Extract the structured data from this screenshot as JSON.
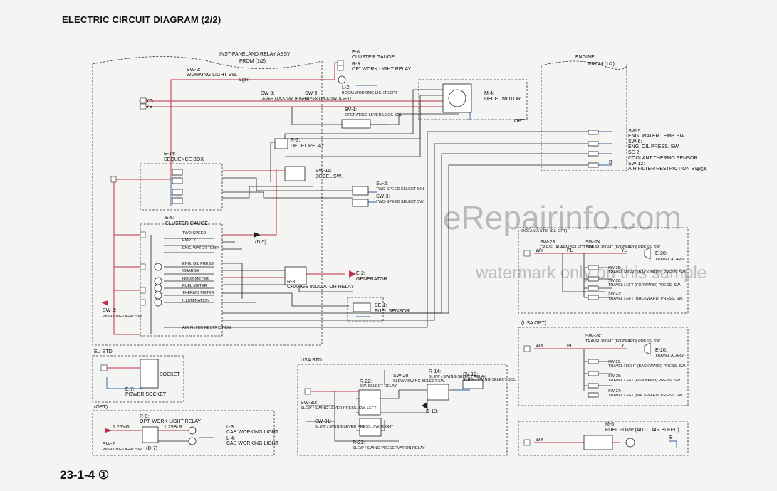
{
  "title": "ELECTRIC CIRCUIT DIAGRAM (2/2)",
  "page_number": "23-1-4 ①",
  "watermark": {
    "main": "eRepairinfo.com",
    "sub": "watermark only on this sample"
  },
  "colors": {
    "red_wire": "#c0304a",
    "blue_wire": "#2f5fa6",
    "ink": "#222222"
  },
  "labels": {
    "inst_panel": "INST-PANELAND RELAY ASSY",
    "from_1": "FROM (1/2)",
    "engine": "ENGINE",
    "from_2": "FROM (1/2)",
    "e6_top": "E-6:",
    "cluster_gauge_top": "CLUSTER GAUGE",
    "r9_top": "R-9:",
    "opt_work_light_relay_top": "OP\" WORK LIGHT RELAY",
    "sw2_top": "SW-2:",
    "working_light_sw": "WORKING LIGHT SW.",
    "w86lgr": "LgR",
    "l2": "L-2:",
    "boom_work_light": "BOOM WORKING LIGHT LEFT",
    "sw8": "SW-8:",
    "lever_lock_right": "LEVER LOCK SW. (RIGHT)",
    "sw9": "SW-9:",
    "lever_lock_left": "LEVER LOCK SW. (LEFT)",
    "yg": "YG",
    "yb": "YB",
    "bv1": "BV-1:",
    "op_lever_lock_sol": "OPERATING LEVER LOCK SOL",
    "m4": "M-4:",
    "decel_motor": "DECEL MOTOR",
    "opt": "OPT.",
    "r3": "R-3:",
    "decel_relay": "DECEL RELAY",
    "e14": "E-14:",
    "sequence_box": "SEQUENCE BOX",
    "sw11": "SW-11:",
    "decel_sw": "DECEL SW.",
    "sv2": "SV-2:",
    "two_speed_sol": "TWO-SPEED SELECT SOL",
    "sw3": "SW-3:",
    "two_speed_sw": "TWO-SPEED SELECT SW.",
    "sw5": "SW-5:",
    "eng_water_temp": "ENG. WATER TEMP. SW.",
    "sw6": "SW-6:",
    "eng_oil_press": "ENG. OIL PRESS. SW.",
    "se2": "SE-2:",
    "coolant_thermo": "COOLANT THERMO SENSOR",
    "sw12": "SW-12:",
    "air_filter": "AIR FILTER RESTRICTION SW.",
    "usa": "USA",
    "e6": "E-6:",
    "cluster_gauge": "CLUSTER GAUGE",
    "two_speed": "TWO-SPEED",
    "empty": "EMPTY",
    "eng_water_temp_g": "ENG. WATER TEMP.",
    "eng_oil_press_g": "ENG. OIL PRESS.",
    "charge": "CHARGE",
    "hour_meter": "HOUR METER",
    "fuel_meter": "FUEL METER",
    "thermo_meter": "THERMO METER",
    "illumination": "ILLUMINATION",
    "air_filter_restr": "AIR FILTER RESTRICTION",
    "d5": "(D-5)",
    "r8": "R-8:",
    "charge_ind_relay": "CHARGE INDICATOR RELAY",
    "e2": "E-2:",
    "generator": "GENERATOR",
    "se1": "SE-1:",
    "fuel_sensor": "FUEL SENSOR",
    "sw2_left": "SW-2:",
    "working_light_sw_left": "WORKING LIGHT SW.",
    "oceania": "OCEANIA STD. (EU OPT)",
    "sw23": "SW-23:",
    "travel_alarm_select": "TRAVEL ALARM SELECT SW.",
    "sw24": "SW-24:",
    "travel_right_fwd": "TRAVEL RIGHT (FORWARD) PRESS. SW.",
    "sw25": "SW-25:",
    "travel_right_bwd": "TRAVEL RIGHT (BACKWARD) PRESS. SW.",
    "sw26": "SW-26:",
    "travel_left_fwd": "TRAVEL LEFT (FORWARD) PRESS. SW.",
    "sw27": "SW-27:",
    "travel_left_bwd": "TRAVEL LEFT (BACKWARD) PRESS. SW.",
    "e20": "E-20:",
    "travel_alarm": "TRAVEL ALARM",
    "usa_opt": "(USA OPT)",
    "eu_std": "EU STD",
    "socket": "SOCKET",
    "e7": "E-7:",
    "power_socket": "POWER SOCKET",
    "usa_std": "USA STD",
    "r22": "R-22:",
    "sw_select_relay": "SW. SELECT RELAY",
    "sw28": "SW-28",
    "slew_swing_select_sw": "SLEW / SWING SELECT SW.",
    "r14": "R-14:",
    "slew_swing_select_relay": "SLEW / SWING SELECT RELAY",
    "sv12": "SV-12:",
    "slew_swing_select_sol": "SLEW / SWING SELECT SOL",
    "sw30": "SW-30:",
    "slew_lever_left": "SLEW / SWING LEVER PRESS. SW. LEFT",
    "sw31": "SW-31:",
    "slew_lever_right": "SLEW / SWING LEVER PRESS. SW. RIGHT",
    "d13": "D-13:",
    "r23": "R-23:",
    "slew_preserv_relay": "SLEW / SWING PRESERVATION RELAY",
    "opt_box": "(OPT)",
    "r9": "R-9:",
    "opt_work_light_relay": "OPT. WORK LIGHT RELAY",
    "l3": "L-3:",
    "cab_light_1": "CAB WORKING LIGHT",
    "l4": "L-4:",
    "cab_light_2": "CAB WORKING LIGHT",
    "sw2_box": "SW-2:",
    "working_light_sw_box": "WORKING LIGHT SW.",
    "d7": "(D-7)",
    "m6": "M-6:",
    "fuel_pump": "FUEL PUMP (AUTO AIR BLEED)",
    "w125yg": "1.25YG",
    "w125brr": "1.25BrR",
    "wy": "WY",
    "wpl": "PL",
    "wyl": "YL",
    "wb": "B"
  }
}
